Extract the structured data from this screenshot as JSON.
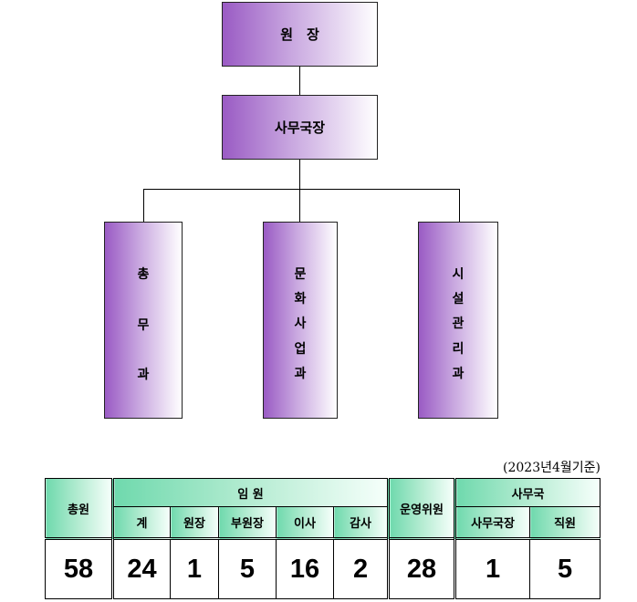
{
  "org": {
    "director": "원　장",
    "secretary_general": "사무국장",
    "departments": [
      {
        "chars": [
          "총",
          "무",
          "과"
        ]
      },
      {
        "chars": [
          "문",
          "화",
          "사",
          "업",
          "과"
        ]
      },
      {
        "chars": [
          "시",
          "설",
          "관",
          "리",
          "과"
        ]
      }
    ]
  },
  "stats": {
    "note": "(2023년4월기준)",
    "headers": {
      "total": "총원",
      "officers": "임 원",
      "officer_cols": [
        "계",
        "원장",
        "부원장",
        "이사",
        "감사"
      ],
      "committee": "운영위원",
      "secretariat": "사무국",
      "secretariat_cols": [
        "사무국장",
        "직원"
      ]
    },
    "values": {
      "total": "58",
      "officers": [
        "24",
        "1",
        "5",
        "16",
        "2"
      ],
      "committee": "28",
      "secretariat": [
        "1",
        "5"
      ]
    }
  }
}
